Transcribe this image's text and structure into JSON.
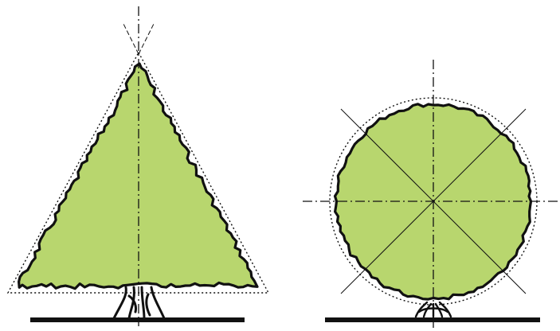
{
  "figures": [
    {
      "name": "conical-topiary"
    },
    {
      "name": "spherical-topiary"
    }
  ],
  "colors": {
    "foliage": "#b8d66e",
    "outline": "#111111",
    "guide": "#222222",
    "background": "#ffffff"
  },
  "line_styles": {
    "axis": "dash-dot",
    "envelope": "dotted",
    "radial_guides": "solid-thin",
    "ground": "solid-thick"
  },
  "radial_guide_count": 8
}
